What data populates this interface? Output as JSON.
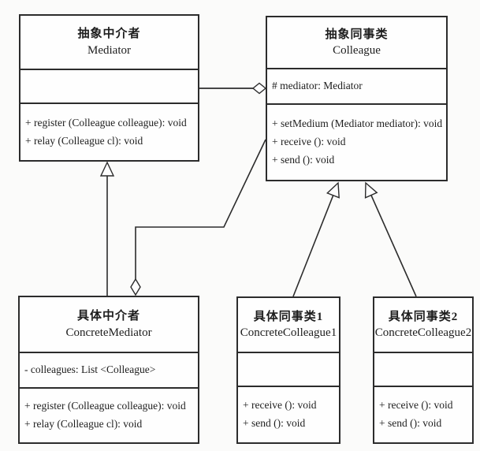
{
  "diagram": {
    "kind": "uml-class-diagram",
    "pattern": "Mediator",
    "colors": {
      "line": "#2c2c2c",
      "box_fill": "#fefefe",
      "background": "#fbfbfa",
      "text": "#1d1d1d"
    },
    "classes": [
      {
        "id": "mediator",
        "name_zh": "抽象中介者",
        "name_en": "Mediator",
        "attributes": [],
        "methods": [
          "+ register (Colleague colleague): void",
          "+ relay (Colleague cl): void"
        ]
      },
      {
        "id": "colleague",
        "name_zh": "抽象同事类",
        "name_en": "Colleague",
        "attributes": [
          "# mediator: Mediator"
        ],
        "methods": [
          "+ setMedium (Mediator mediator): void",
          "+ receive (): void",
          "+ send (): void"
        ]
      },
      {
        "id": "concrete-mediator",
        "name_zh": "具体中介者",
        "name_en": "ConcreteMediator",
        "attributes": [
          "- colleagues: List <Colleague>"
        ],
        "methods": [
          "+ register (Colleague colleague): void",
          "+ relay (Colleague cl): void"
        ]
      },
      {
        "id": "concrete-colleague-1",
        "name_zh": "具体同事类1",
        "name_en": "ConcreteColleague1",
        "attributes": [],
        "methods": [
          "+ receive (): void",
          "+ send (): void"
        ]
      },
      {
        "id": "concrete-colleague-2",
        "name_zh": "具体同事类2",
        "name_en": "ConcreteColleague2",
        "attributes": [],
        "methods": [
          "+ receive (): void",
          "+ send (): void"
        ]
      }
    ],
    "relationships": [
      {
        "type": "aggregation",
        "from": "mediator",
        "to": "colleague",
        "diamond_at": "colleague-left-edge"
      },
      {
        "type": "generalization",
        "from": "concrete-mediator",
        "to": "mediator",
        "arrow_at": "mediator-bottom-edge"
      },
      {
        "type": "aggregation",
        "from": "colleague",
        "to": "concrete-mediator",
        "diamond_at": "concrete-mediator-top-edge"
      },
      {
        "type": "generalization",
        "from": "concrete-colleague-1",
        "to": "colleague",
        "arrow_at": "colleague-bottom-edge"
      },
      {
        "type": "generalization",
        "from": "concrete-colleague-2",
        "to": "colleague",
        "arrow_at": "colleague-bottom-edge"
      }
    ]
  }
}
